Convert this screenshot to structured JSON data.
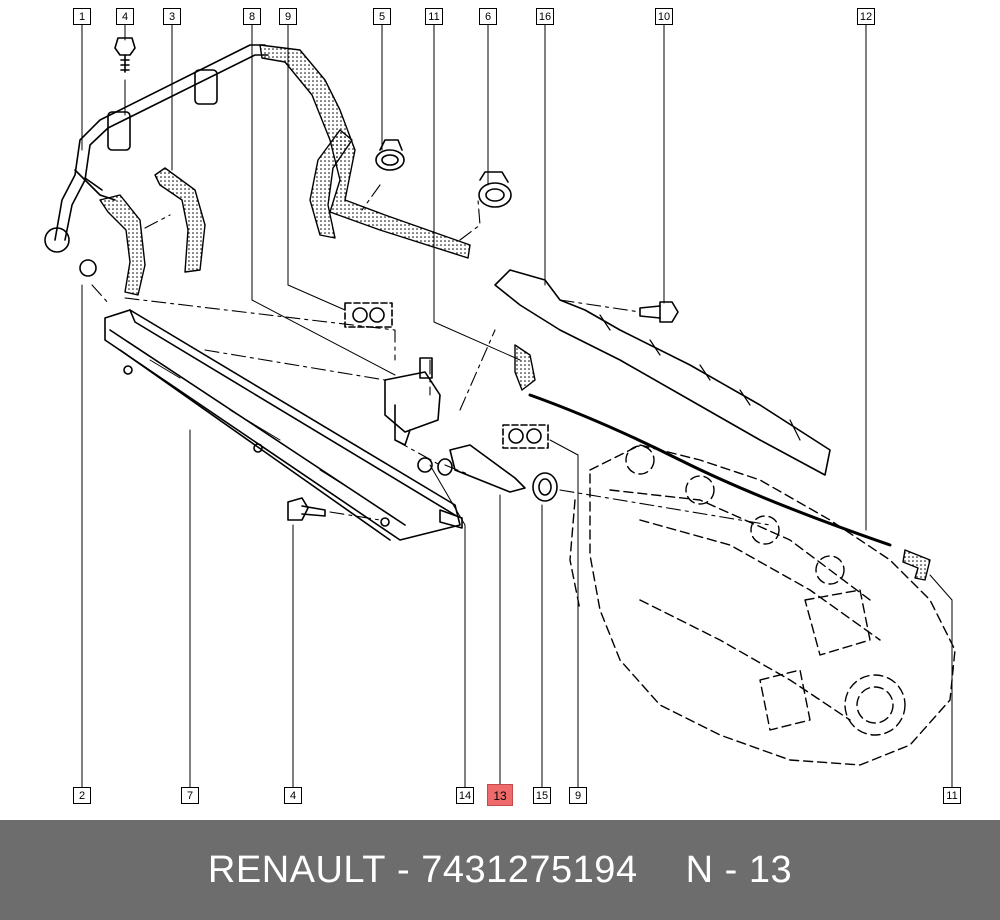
{
  "callouts": {
    "c1": "1",
    "c4a": "4",
    "c3": "3",
    "c8": "8",
    "c9a": "9",
    "c5": "5",
    "c11a": "11",
    "c6": "6",
    "c16": "16",
    "c10": "10",
    "c12": "12",
    "c2": "2",
    "c7": "7",
    "c4b": "4",
    "c14": "14",
    "c13": "13",
    "c15": "15",
    "c9b": "9",
    "c11b": "11"
  },
  "highlighted_callout": "13",
  "footer": {
    "brand": "RENAULT",
    "separator": "-",
    "part_number": "7431275194",
    "position_prefix": "N",
    "position_separator": "-",
    "position_number": "13"
  },
  "colors": {
    "highlight": "#ef6b6b",
    "footer_background": "#6d6d6d",
    "footer_text": "#ffffff"
  }
}
